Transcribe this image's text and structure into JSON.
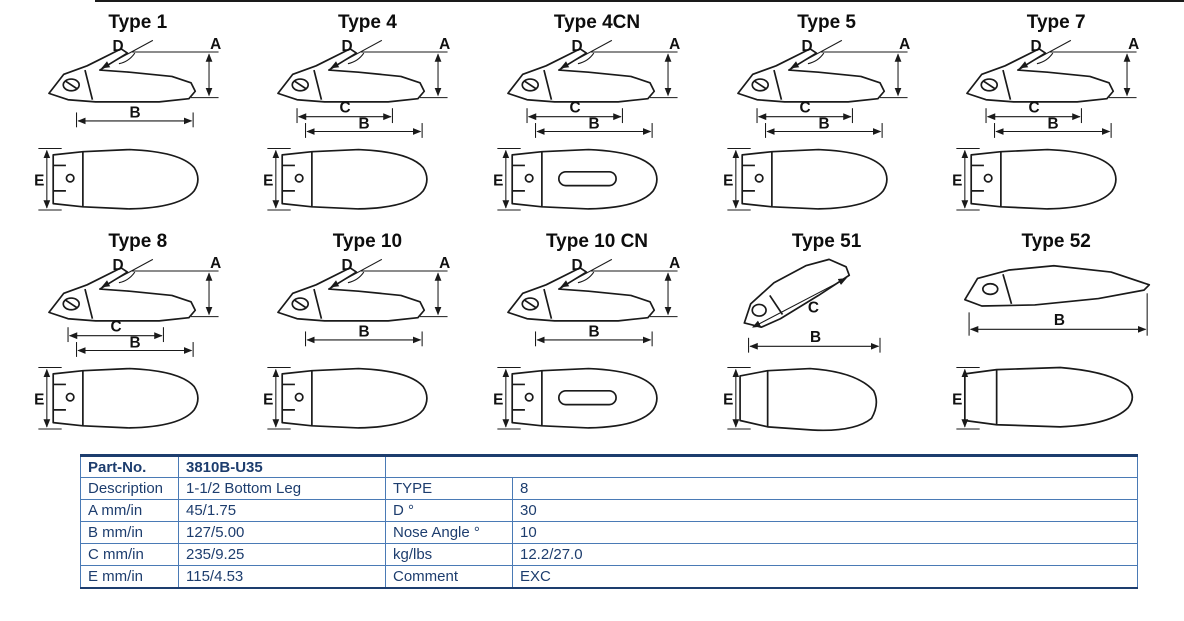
{
  "colors": {
    "table_text": "#1d3d6e",
    "table_border": "#4a7ab5",
    "line_art": "#1a1a1a"
  },
  "diagrams": [
    {
      "title": "Type 1",
      "dims": {
        "d": "D",
        "a": "A",
        "b": "B",
        "e": "E"
      }
    },
    {
      "title": "Type 4",
      "dims": {
        "d": "D",
        "a": "A",
        "c": "C",
        "b": "B",
        "e": "E"
      }
    },
    {
      "title": "Type 4CN",
      "dims": {
        "d": "D",
        "a": "A",
        "c": "C",
        "b": "B",
        "e": "E"
      }
    },
    {
      "title": "Type 5",
      "dims": {
        "d": "D",
        "a": "A",
        "c": "C",
        "b": "B",
        "e": "E"
      }
    },
    {
      "title": "Type 7",
      "dims": {
        "d": "D",
        "a": "A",
        "c": "C",
        "b": "B",
        "e": "E"
      }
    },
    {
      "title": "Type 8",
      "dims": {
        "d": "D",
        "a": "A",
        "c": "C",
        "b": "B",
        "e": "E"
      }
    },
    {
      "title": "Type 10",
      "dims": {
        "d": "D",
        "a": "A",
        "b": "B",
        "e": "E"
      }
    },
    {
      "title": "Type 10 CN",
      "dims": {
        "d": "D",
        "a": "A",
        "b": "B",
        "e": "E"
      }
    },
    {
      "title": "Type 51",
      "dims": {
        "c": "C",
        "b": "B",
        "e": "E"
      }
    },
    {
      "title": "Type 52",
      "dims": {
        "b": "B",
        "e": "E"
      }
    }
  ],
  "table": {
    "rows": [
      {
        "label": "Part-No.",
        "value": "3810B-U35",
        "label2": "",
        "value2": ""
      },
      {
        "label": "Description",
        "value": "1-1/2 Bottom Leg",
        "label2": "TYPE",
        "value2": "8"
      },
      {
        "label": "A mm/in",
        "value": "45/1.75",
        "label2": "D °",
        "value2": "30"
      },
      {
        "label": "B mm/in",
        "value": "127/5.00",
        "label2": "Nose Angle °",
        "value2": "10"
      },
      {
        "label": "C mm/in",
        "value": "235/9.25",
        "label2": "kg/lbs",
        "value2": "12.2/27.0"
      },
      {
        "label": "E mm/in",
        "value": "115/4.53",
        "label2": "Comment",
        "value2": "EXC"
      }
    ]
  }
}
